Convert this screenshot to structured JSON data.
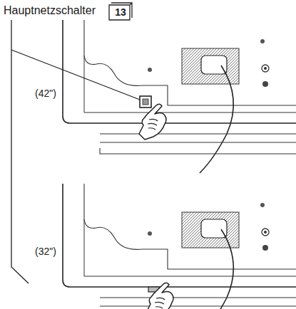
{
  "diagram": {
    "nodes": [
      {
        "text": [
          "13"
        ]
      }
    ],
    "labels": [
      "Hauptnetzschalter",
      "(42\")",
      "(32\")"
    ]
  }
}
